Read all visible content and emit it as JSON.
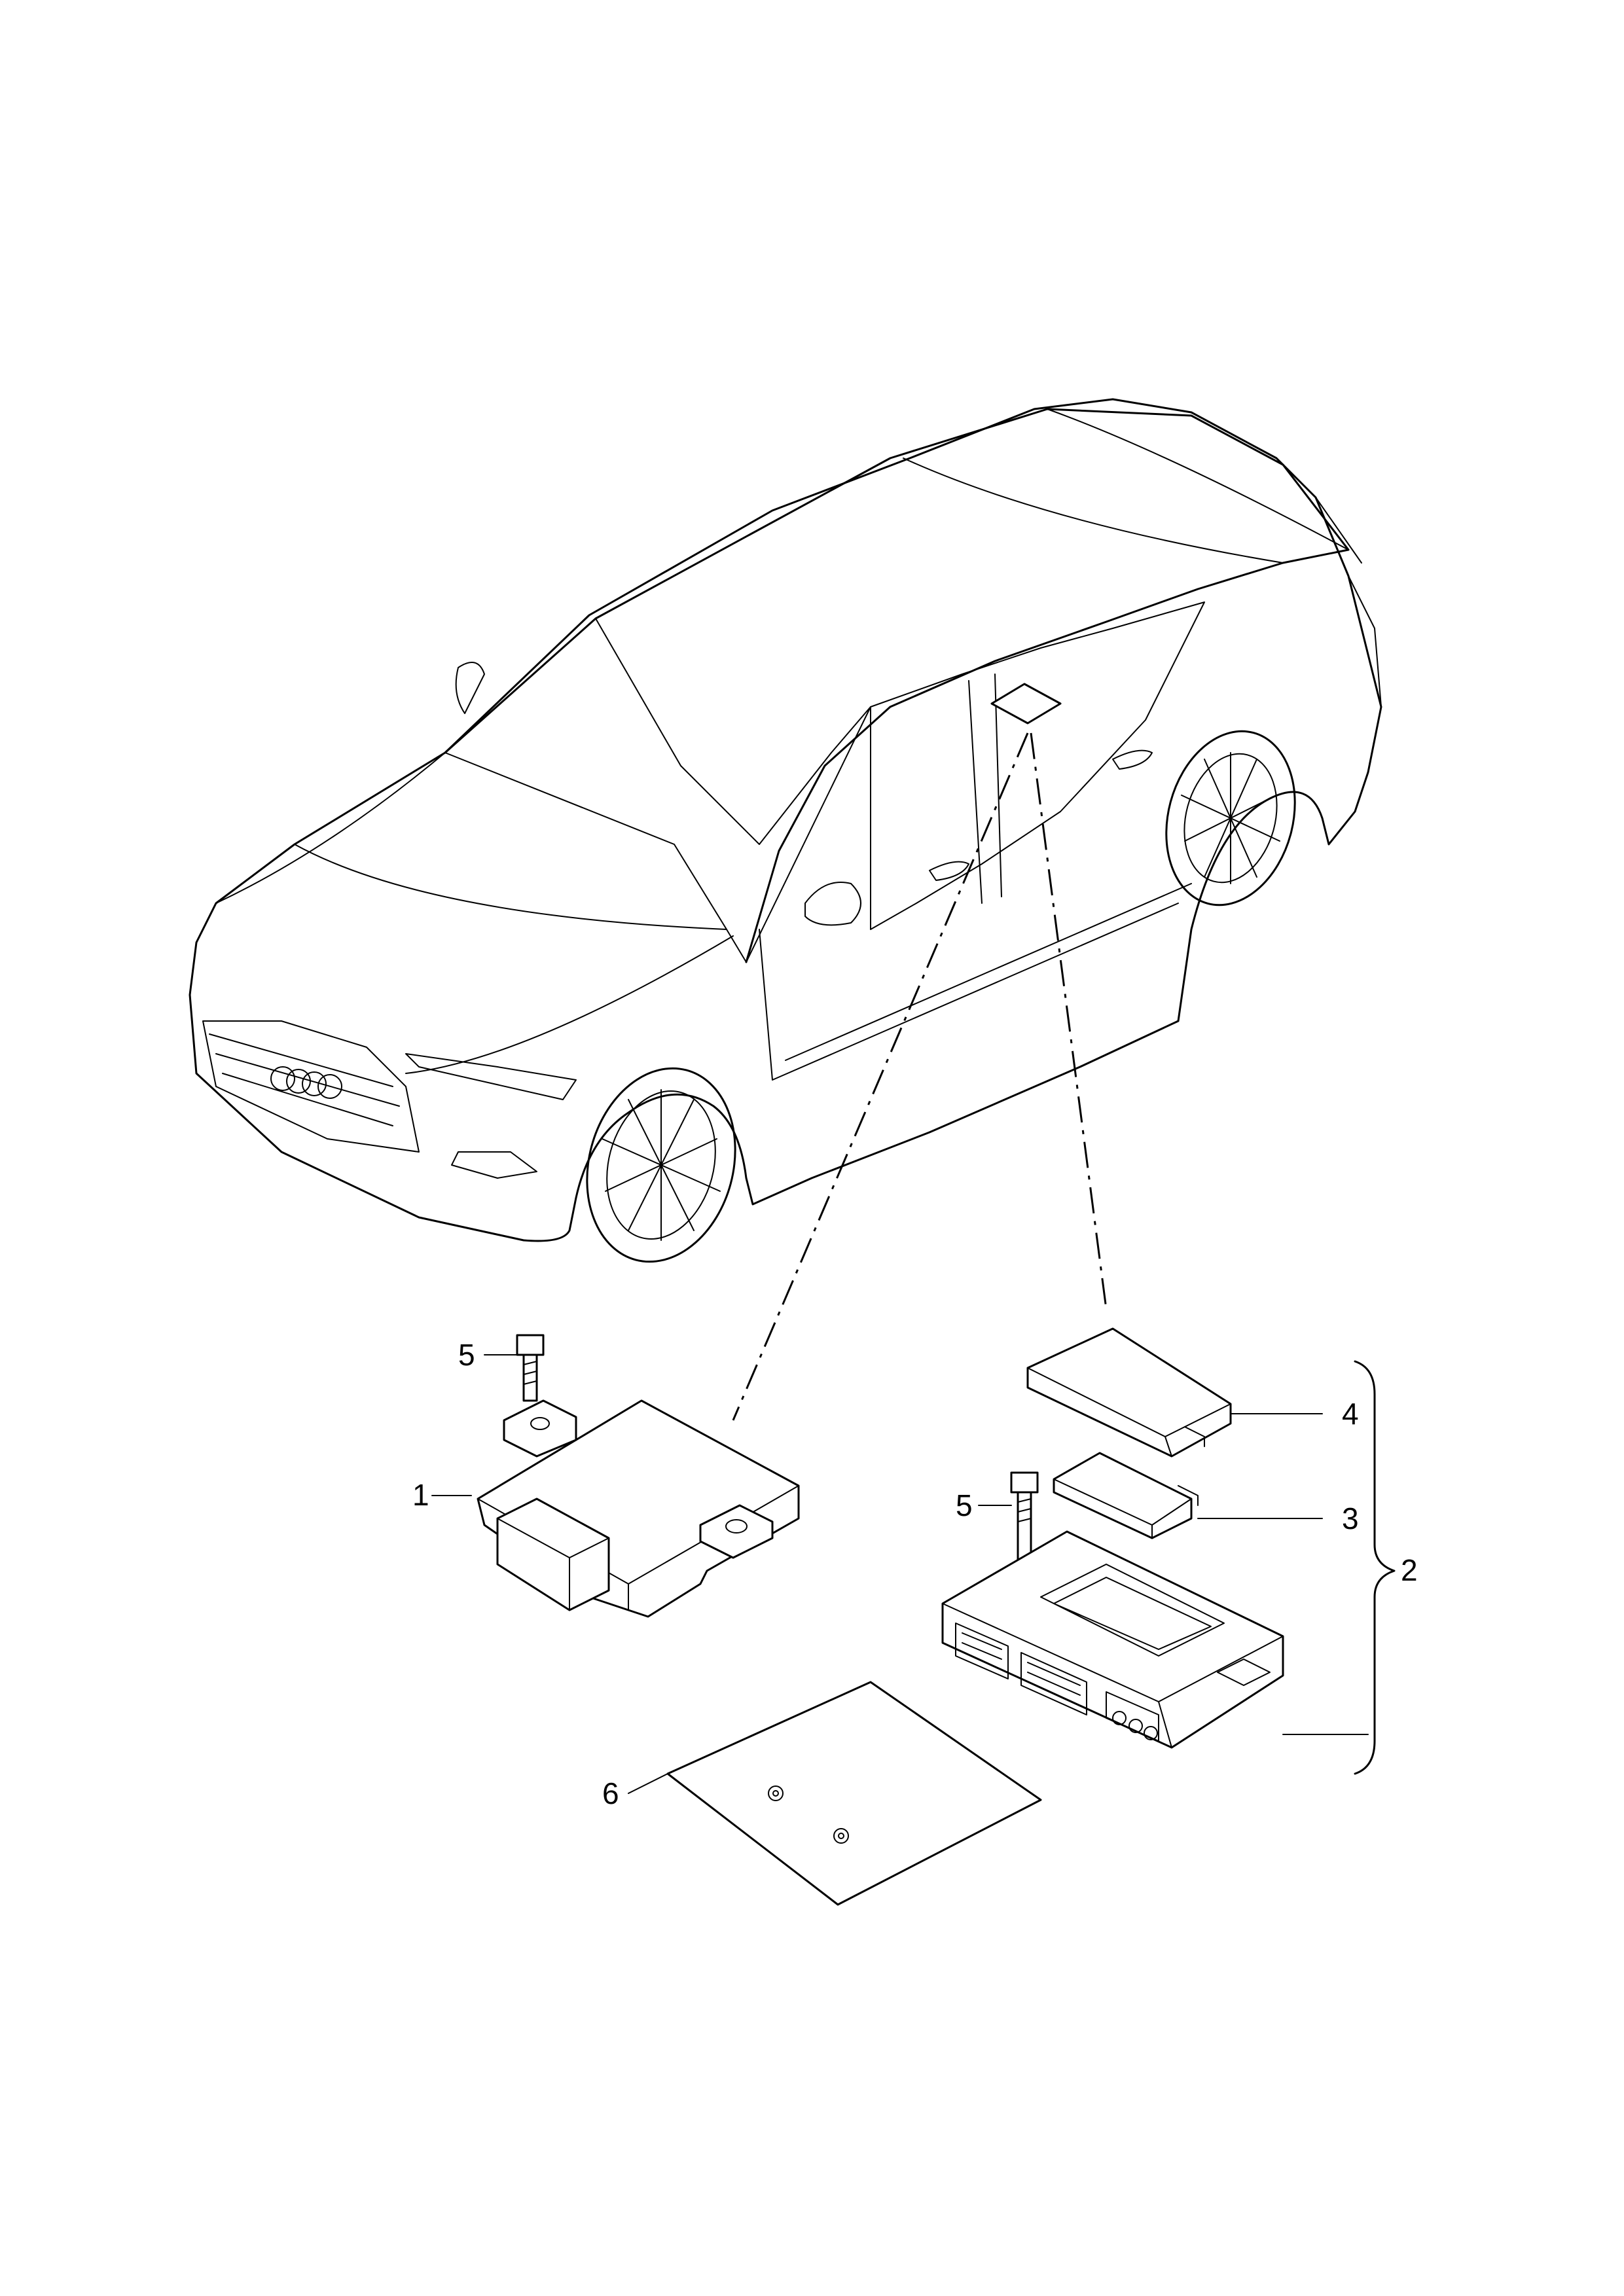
{
  "callouts": [
    {
      "id": "1",
      "text": "1"
    },
    {
      "id": "2",
      "text": "2"
    },
    {
      "id": "3",
      "text": "3"
    },
    {
      "id": "4",
      "text": "4"
    },
    {
      "id": "5a",
      "text": "5"
    },
    {
      "id": "5b",
      "text": "5"
    },
    {
      "id": "6",
      "text": "6"
    }
  ]
}
